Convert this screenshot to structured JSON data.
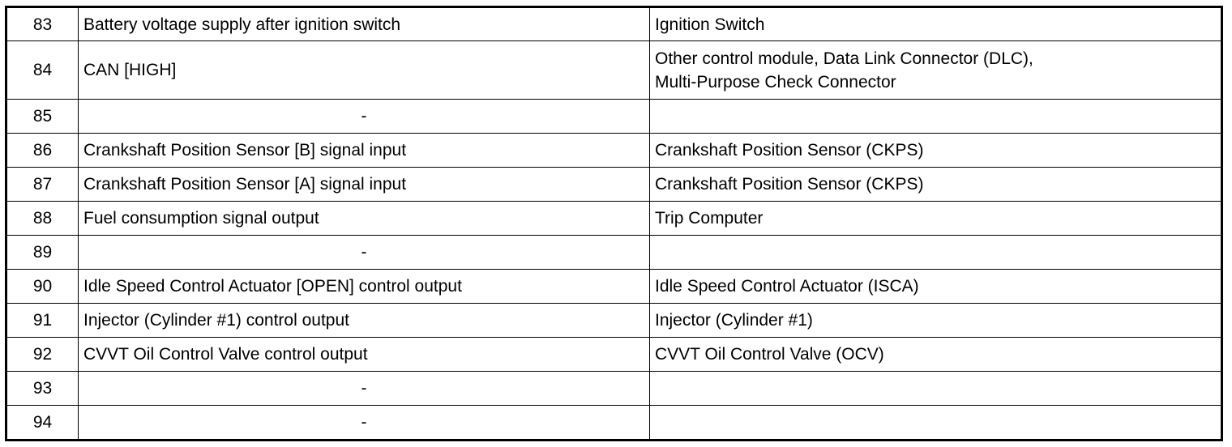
{
  "table": {
    "rows": [
      {
        "pin": "83",
        "description": "Battery voltage supply after ignition switch",
        "connected_to": [
          "Ignition Switch"
        ]
      },
      {
        "pin": "84",
        "description": "CAN [HIGH]",
        "connected_to": [
          "Other control module, Data Link Connector (DLC),",
          "Multi-Purpose Check Connector"
        ]
      },
      {
        "pin": "85",
        "description": "-",
        "connected_to": [
          ""
        ]
      },
      {
        "pin": "86",
        "description": "Crankshaft Position Sensor [B] signal input",
        "connected_to": [
          "Crankshaft Position Sensor (CKPS)"
        ]
      },
      {
        "pin": "87",
        "description": "Crankshaft Position Sensor [A] signal input",
        "connected_to": [
          "Crankshaft Position Sensor (CKPS)"
        ]
      },
      {
        "pin": "88",
        "description": "Fuel consumption signal output",
        "connected_to": [
          "Trip Computer"
        ]
      },
      {
        "pin": "89",
        "description": "-",
        "connected_to": [
          ""
        ]
      },
      {
        "pin": "90",
        "description": "Idle Speed Control Actuator [OPEN] control output",
        "connected_to": [
          "Idle Speed Control Actuator (ISCA)"
        ]
      },
      {
        "pin": "91",
        "description": "Injector (Cylinder #1) control output",
        "connected_to": [
          "Injector (Cylinder #1)"
        ]
      },
      {
        "pin": "92",
        "description": "CVVT Oil Control Valve control output",
        "connected_to": [
          "CVVT Oil Control Valve (OCV)"
        ]
      },
      {
        "pin": "93",
        "description": "-",
        "connected_to": [
          ""
        ]
      },
      {
        "pin": "94",
        "description": "-",
        "connected_to": [
          ""
        ]
      }
    ]
  }
}
